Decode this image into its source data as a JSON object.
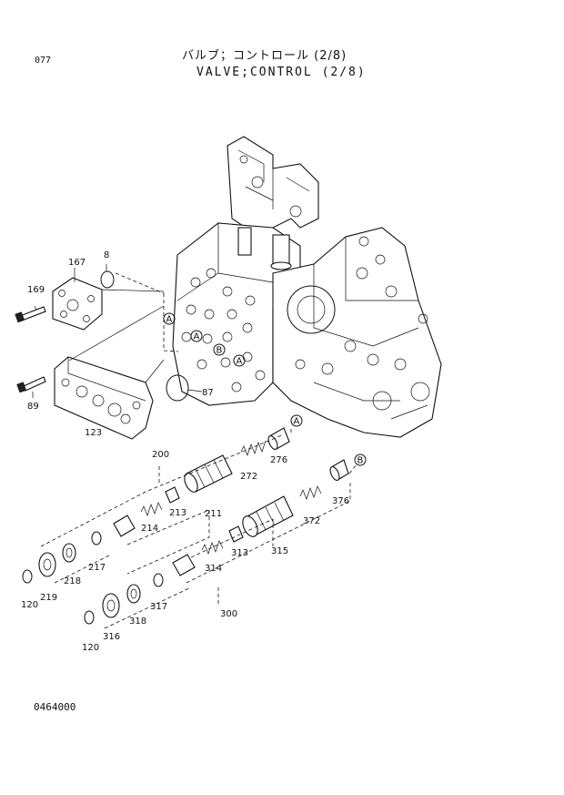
{
  "header": {
    "page_number": "077",
    "title_jp": "バルブ；コントロール (2/8)",
    "title_en": "VALVE;CONTROL (2/8)"
  },
  "footer": {
    "doc_code": "0464000"
  },
  "callouts": {
    "p8": "8",
    "p87": "87",
    "p89": "89",
    "p120a": "120",
    "p120b": "120",
    "p123": "123",
    "p167": "167",
    "p169": "169",
    "p200": "200",
    "p211": "211",
    "p213": "213",
    "p214": "214",
    "p217": "217",
    "p218": "218",
    "p219": "219",
    "p272": "272",
    "p276": "276",
    "p300": "300",
    "p313": "313",
    "p314": "314",
    "p315": "315",
    "p316": "316",
    "p317": "317",
    "p318": "318",
    "p372": "372",
    "p376": "376"
  },
  "markers": {
    "a1": "A",
    "a2": "A",
    "a3": "A",
    "a4": "A",
    "b1": "B",
    "b2": "B"
  }
}
